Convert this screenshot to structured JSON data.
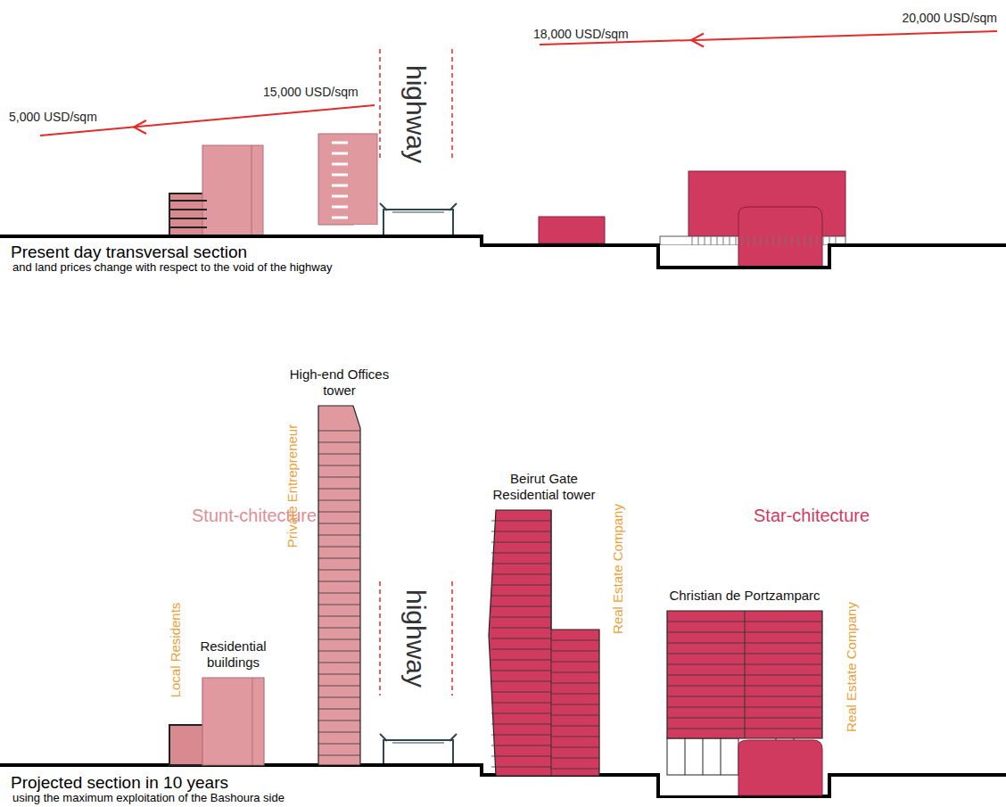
{
  "diagram": {
    "nodes": [
      {
        "text": [
          "Residential buildings"
        ]
      },
      {
        "text": [
          "High-end Offices tower"
        ]
      },
      {
        "text": [
          "Beirut Gate Residential tower"
        ]
      },
      {
        "text": [
          "Christian de Portzamparc"
        ]
      }
    ],
    "labels": [
      "20,000 USD/sqm",
      "18,000 USD/sqm",
      "15,000 USD/sqm",
      "5,000 USD/sqm",
      "highway",
      "Present day transversal section",
      "and land prices change with respect to the void of the highway",
      "Stunt-chitecture",
      "Local Residents",
      "Private Entrepreneur",
      "highway",
      "Real Estate Company",
      "Star-chitecture",
      "Real Estate Company",
      "Projected section in 10 years",
      "using the maximum exploitation of the Bashoura side"
    ]
  }
}
